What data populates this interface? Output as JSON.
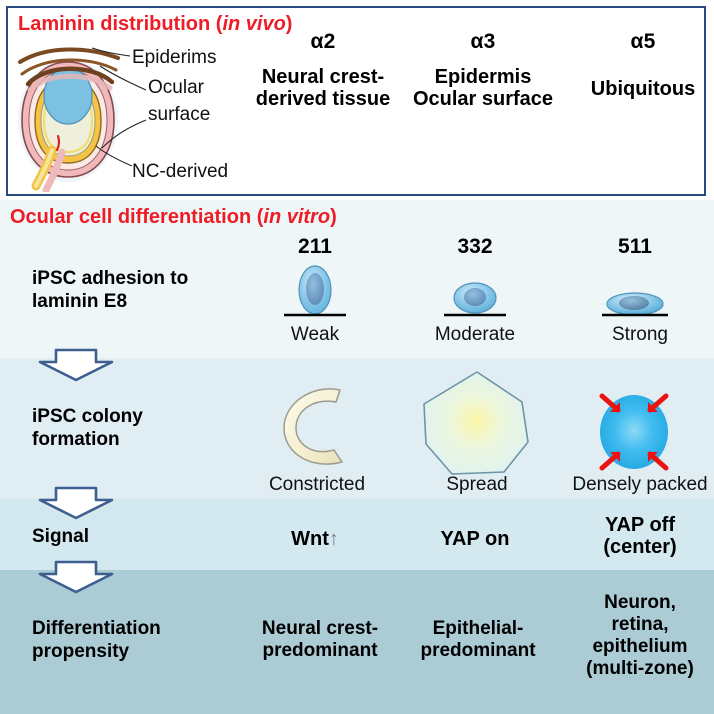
{
  "invivo": {
    "title_main": "Laminin distribution (",
    "title_italic": "in vivo",
    "title_close": ")",
    "eye_annotations": {
      "epidermis": "Epiderims",
      "ocular_line1": "Ocular",
      "ocular_line2": "surface",
      "nc_derived": "NC-derived"
    },
    "columns": [
      {
        "alpha": "α2",
        "description": "Neural crest-\nderived tissue"
      },
      {
        "alpha": "α3",
        "description": "Epidermis\nOcular surface"
      },
      {
        "alpha": "α5",
        "description": "Ubiquitous"
      }
    ]
  },
  "invitro": {
    "title_main": "Ocular cell differentiation (",
    "title_italic": "in vitro",
    "title_close": ")",
    "numbers": [
      "211",
      "332",
      "511"
    ],
    "rows": {
      "adhesion": {
        "label": "iPSC adhesion to\nlaminin E8",
        "values": [
          "Weak",
          "Moderate",
          "Strong"
        ]
      },
      "colony": {
        "label": "iPSC colony\nformation",
        "values": [
          "Constricted",
          "Spread",
          "Densely packed"
        ]
      },
      "signal": {
        "label": "Signal",
        "values": [
          "Wnt",
          "YAP on",
          "YAP off\n(center)"
        ],
        "wnt_arrow": "↑"
      },
      "differentiation": {
        "label": "Differentiation\npropensity",
        "values": [
          "Neural crest-\npredominant",
          "Epithelial-\npredominant",
          "Neuron,\nretina,\nepithelium\n(multi-zone)"
        ]
      }
    }
  },
  "colors": {
    "title_red": "#ee1c25",
    "panel_border": "#2b4a7d",
    "arrow_outline": "#3d5f8f",
    "band1": "#eef6f8",
    "band2": "#e0eef4",
    "band3": "#d3e8ef",
    "band4": "#abcbd5",
    "cell_blue": "#7fc6ec",
    "sphere_blue": "#2fb2ec",
    "red_arrow": "#ee1111",
    "crescent_cream": "#f6f2d8"
  }
}
